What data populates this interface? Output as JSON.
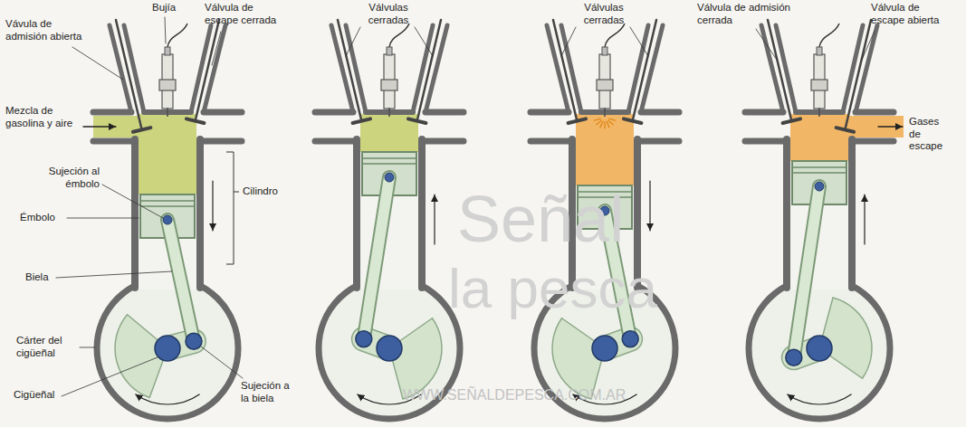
{
  "diagram": {
    "labels": [
      "Bujía",
      "Válvula de escape cerrada",
      "Vávula de admisión abierta",
      "Mezcla de gasolina y aire",
      "Sujeción al émbolo",
      "Émbolo",
      "Cilindro",
      "Biela",
      "Cárter del cigüeñal",
      "Cigüeñal",
      "Sujeción a la biela",
      "Válvulas cerradas",
      "Válvulas cerradas",
      "Válvula de admisión cerrada",
      "Válvula de escape abierta",
      "Gases de escape",
      "Señal",
      "la pesca",
      "WWW.SEÑALDEPESCA.COM.AR"
    ]
  }
}
